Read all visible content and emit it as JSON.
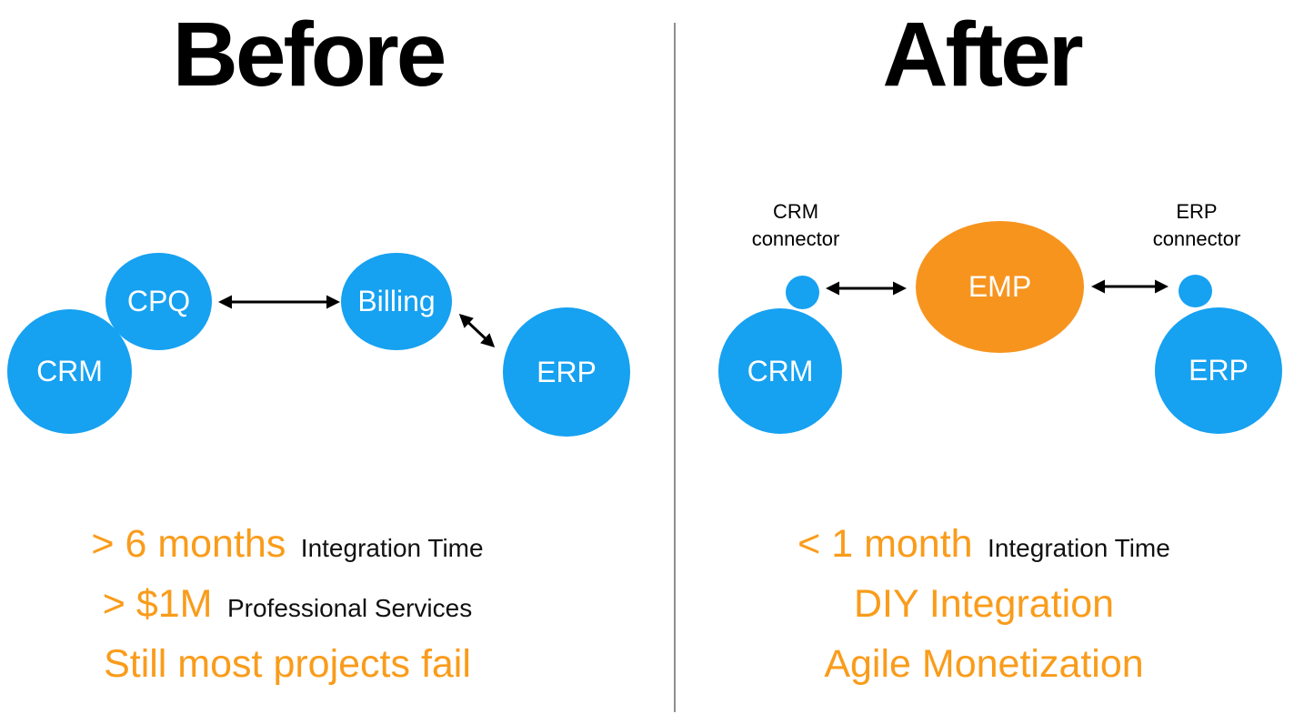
{
  "colors": {
    "blue": "#16A1F1",
    "orange": "#F7941E",
    "orange_text": "#F99C1B",
    "divider": "#8F8F8F"
  },
  "before": {
    "title": "Before",
    "nodes": {
      "crm": "CRM",
      "cpq": "CPQ",
      "billing": "Billing",
      "erp": "ERP"
    },
    "stats": [
      {
        "value": "> 6 months",
        "label": "Integration Time"
      },
      {
        "value": "> $1M",
        "label": "Professional Services"
      },
      {
        "value": "Still most projects fail",
        "label": ""
      }
    ]
  },
  "after": {
    "title": "After",
    "nodes": {
      "crm": "CRM",
      "emp": "EMP",
      "erp": "ERP"
    },
    "connector_labels": {
      "crm": "CRM\nconnector",
      "erp": "ERP\nconnector"
    },
    "stats": [
      {
        "value": "< 1 month",
        "label": "Integration Time"
      },
      {
        "value": "DIY Integration",
        "label": ""
      },
      {
        "value": "Agile Monetization",
        "label": ""
      }
    ]
  }
}
